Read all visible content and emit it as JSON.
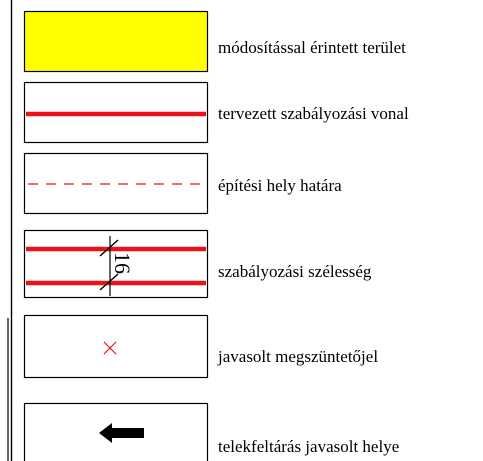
{
  "legend": {
    "items": [
      {
        "key": "modified-area",
        "label": "módosítással érintett terület",
        "swatch_color": "#ffff00"
      },
      {
        "key": "planned-regulation-line",
        "label": "tervezett szabályozási vonal",
        "line_color": "#e8141a"
      },
      {
        "key": "building-zone-boundary",
        "label": "építési hely határa",
        "line_color": "#e8141a"
      },
      {
        "key": "regulation-width",
        "label": "szabályozási szélesség",
        "line_color": "#e8141a",
        "dimension_text": "16"
      },
      {
        "key": "proposed-removal-mark",
        "label": "javasolt megszüntetőjel",
        "mark_color": "#e8141a"
      },
      {
        "key": "plot-opening-location",
        "label": "telekfeltárás javasolt helye",
        "arrow_color": "#000000"
      }
    ]
  }
}
